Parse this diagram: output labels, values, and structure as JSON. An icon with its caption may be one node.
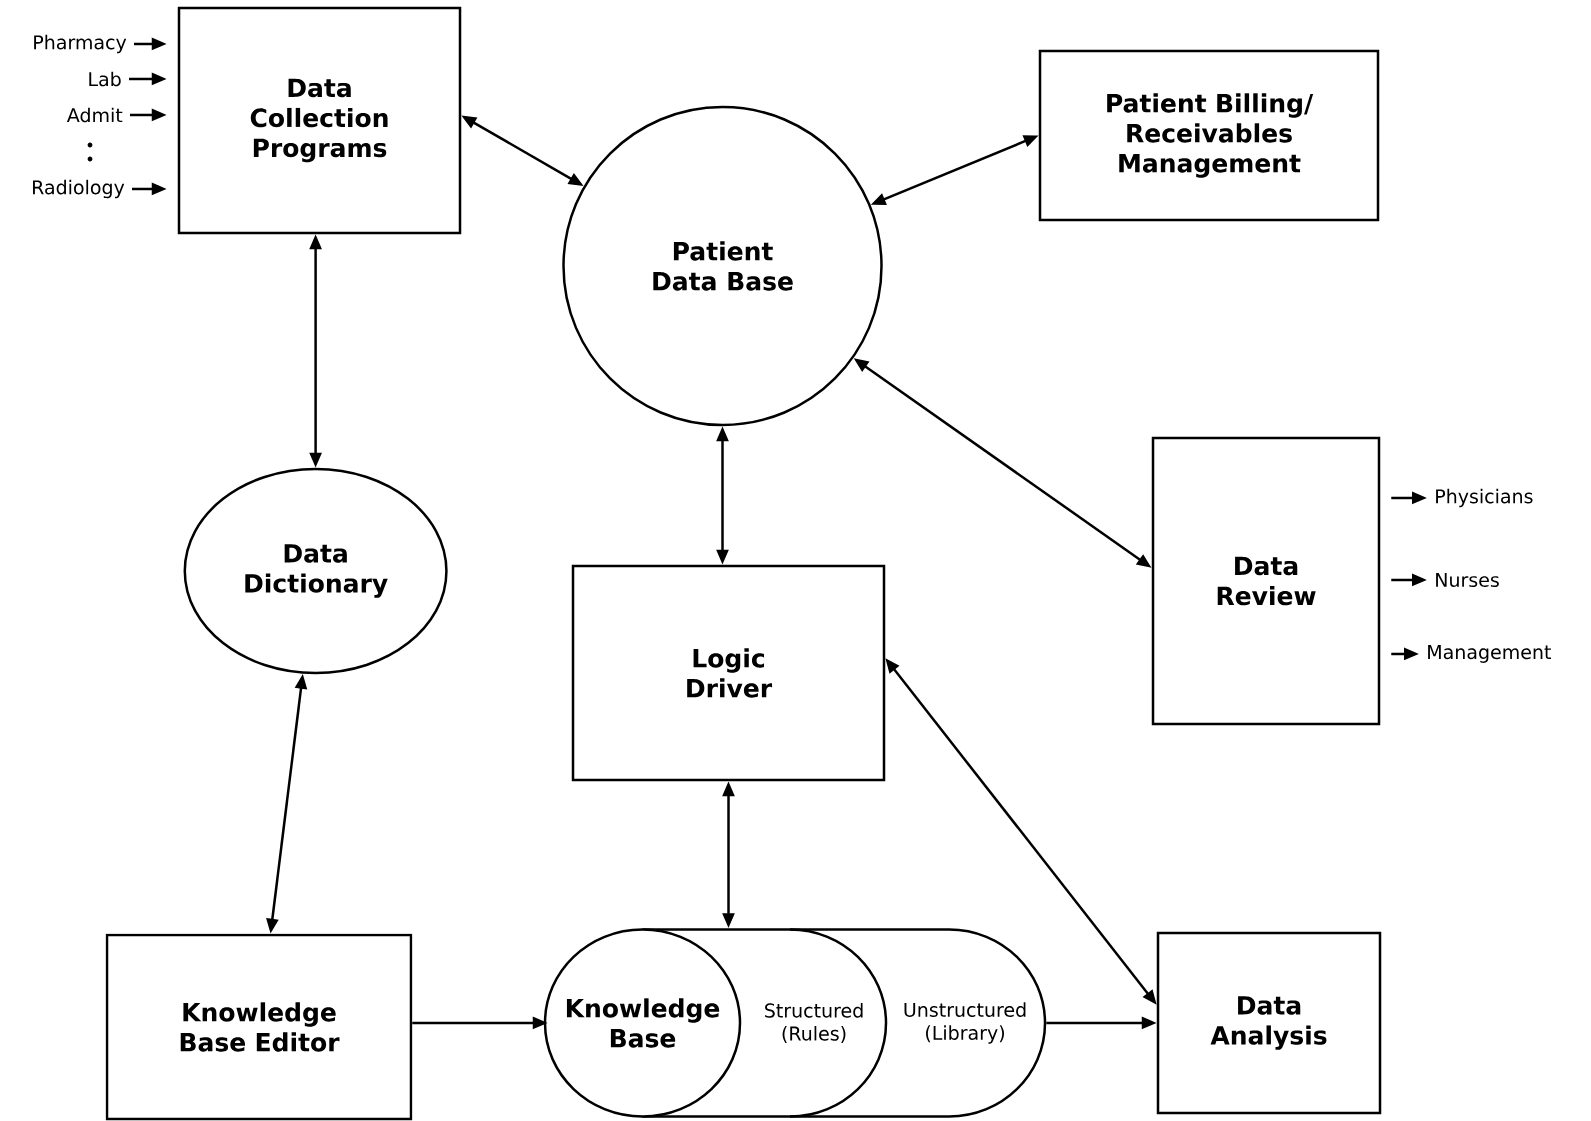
{
  "diagram": {
    "nodes": [
      {
        "text": [
          "Data Collection Programs"
        ]
      },
      {
        "text": [
          "Patient Data Base"
        ]
      },
      {
        "text": [
          "Patient Billing/ Receivables Management"
        ]
      },
      {
        "text": [
          "Data Dictionary"
        ]
      },
      {
        "text": [
          "Data Review"
        ]
      },
      {
        "text": [
          "Logic Driver"
        ]
      },
      {
        "text": [
          "Knowledge Base Editor"
        ]
      },
      {
        "text": [
          "Knowledge Base",
          "Structured (Rules)",
          "Unstructured (Library)"
        ]
      },
      {
        "text": [
          "Data Analysis"
        ]
      },
      {
        "text": [
          "Pharmacy"
        ]
      },
      {
        "text": [
          "Lab"
        ]
      },
      {
        "text": [
          "Admit"
        ]
      },
      {
        "text": [
          "Radiology"
        ]
      },
      {
        "text": [
          "Physicians"
        ]
      },
      {
        "text": [
          "Nurses"
        ]
      },
      {
        "text": [
          "Management"
        ]
      }
    ],
    "edges": [
      {
        "from": 9,
        "to": 0,
        "arrow": "to"
      },
      {
        "from": 10,
        "to": 0,
        "arrow": "to"
      },
      {
        "from": 11,
        "to": 0,
        "arrow": "to"
      },
      {
        "from": 12,
        "to": 0,
        "arrow": "to"
      },
      {
        "from": 0,
        "to": 1,
        "arrow": "both"
      },
      {
        "from": 1,
        "to": 2,
        "arrow": "both"
      },
      {
        "from": 0,
        "to": 3,
        "arrow": "both"
      },
      {
        "from": 1,
        "to": 5,
        "arrow": "both"
      },
      {
        "from": 1,
        "to": 4,
        "arrow": "both"
      },
      {
        "from": 4,
        "to": 13,
        "arrow": "to"
      },
      {
        "from": 4,
        "to": 14,
        "arrow": "to"
      },
      {
        "from": 4,
        "to": 15,
        "arrow": "to"
      },
      {
        "from": 3,
        "to": 6,
        "arrow": "both"
      },
      {
        "from": 5,
        "to": 7,
        "arrow": "both"
      },
      {
        "from": 5,
        "to": 8,
        "arrow": "both"
      },
      {
        "from": 6,
        "to": 7,
        "arrow": "to"
      },
      {
        "from": 7,
        "to": 8,
        "arrow": "to"
      }
    ]
  }
}
